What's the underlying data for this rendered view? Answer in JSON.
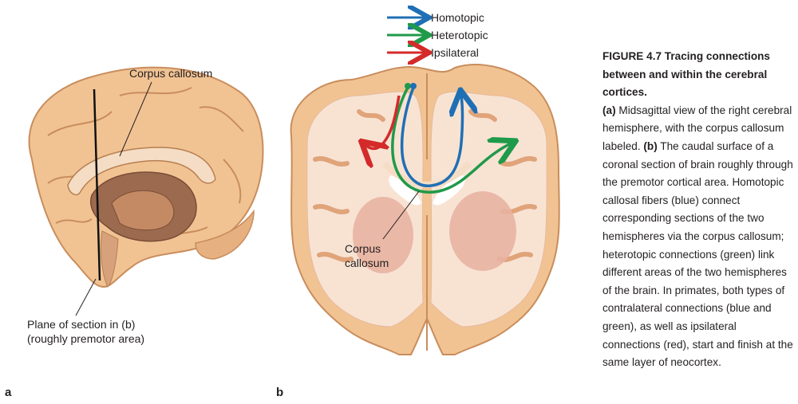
{
  "labels": {
    "corpus_callosum_a": "Corpus callosum",
    "plane_line1": "Plane of section in (b)",
    "plane_line2": "(roughly premotor area)",
    "corpus_callosum_b_line1": "Corpus",
    "corpus_callosum_b_line2": "callosum",
    "panel_a": "a",
    "panel_b": "b"
  },
  "legend": [
    {
      "label": "Homotopic",
      "color": "#1f6fb5"
    },
    {
      "label": "Heterotopic",
      "color": "#1f9a4a"
    },
    {
      "label": "Ipsilateral",
      "color": "#d42a2a"
    }
  ],
  "caption": {
    "title": "FIGURE 4.7 Tracing connections between and within the cerebral cortices.",
    "part_a": "(a)",
    "text_a": " Midsagittal view of the right cerebral hemisphere, with the corpus callosum labeled. ",
    "part_b": "(b)",
    "text_b": " The caudal surface of a coronal section of brain roughly through the premotor cortical area. Homotopic callosal fibers (blue) connect corresponding sections of the two hemispheres via the corpus callosum; heterotopic connections (green) link different areas of the two hemispheres of the brain. In primates, both types of contralateral connections (blue and green), as well as ipsilateral connections (red), start and finish at the same layer of neocortex."
  },
  "colors": {
    "cortex": "#f1c393",
    "cortex_dark": "#c98d5c",
    "white_matter": "#f8e3d3",
    "section_gray": "#e6b69f",
    "deep_nuclei": "#e8b2a2",
    "ventricle": "#ffffff",
    "midbrain": "#9b6a4f"
  }
}
